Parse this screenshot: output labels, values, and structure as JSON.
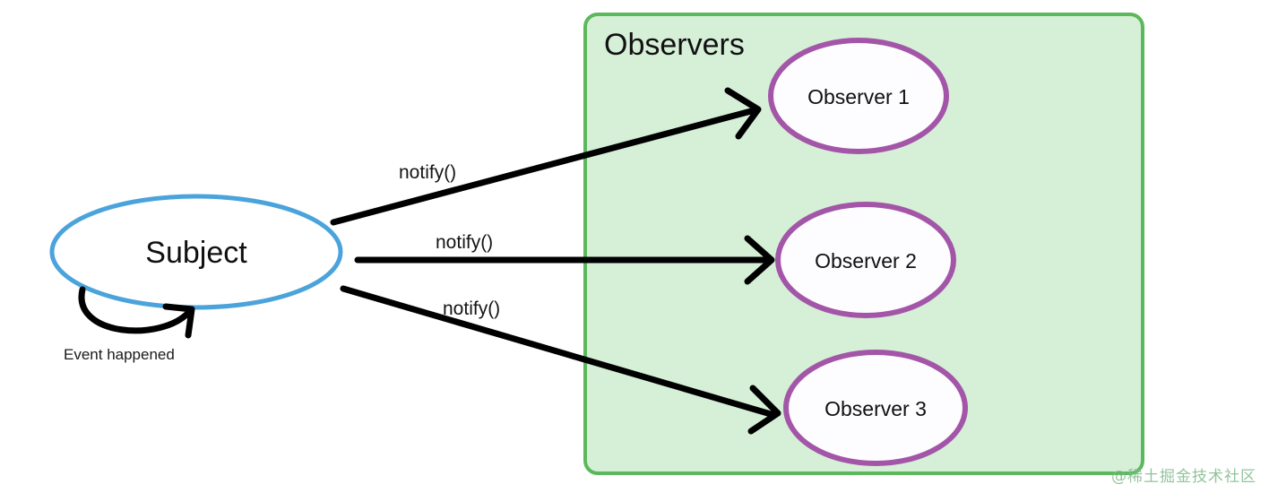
{
  "diagram": {
    "title_text": "Observers",
    "subject": {
      "label": "Subject",
      "border_color": "#4BA3DC",
      "fill_color": "#FFFFFF",
      "self_loop_label": "Event happened"
    },
    "observers_group": {
      "label": "Observers",
      "fill_color": "#D6F0D8",
      "border_color": "#5CB85C"
    },
    "observers": [
      {
        "label": "Observer 1",
        "border_color": "#A356A8",
        "fill_color": "#FDFCFE"
      },
      {
        "label": "Observer 2",
        "border_color": "#A356A8",
        "fill_color": "#FDFCFE"
      },
      {
        "label": "Observer 3",
        "border_color": "#A356A8",
        "fill_color": "#FDFCFE"
      }
    ],
    "edges": [
      {
        "label": "notify()",
        "from": "Subject",
        "to": "Observer 1",
        "color": "#000000"
      },
      {
        "label": "notify()",
        "from": "Subject",
        "to": "Observer 2",
        "color": "#000000"
      },
      {
        "label": "notify()",
        "from": "Subject",
        "to": "Observer 3",
        "color": "#000000"
      }
    ],
    "watermark": "@稀土掘金技术社区"
  }
}
